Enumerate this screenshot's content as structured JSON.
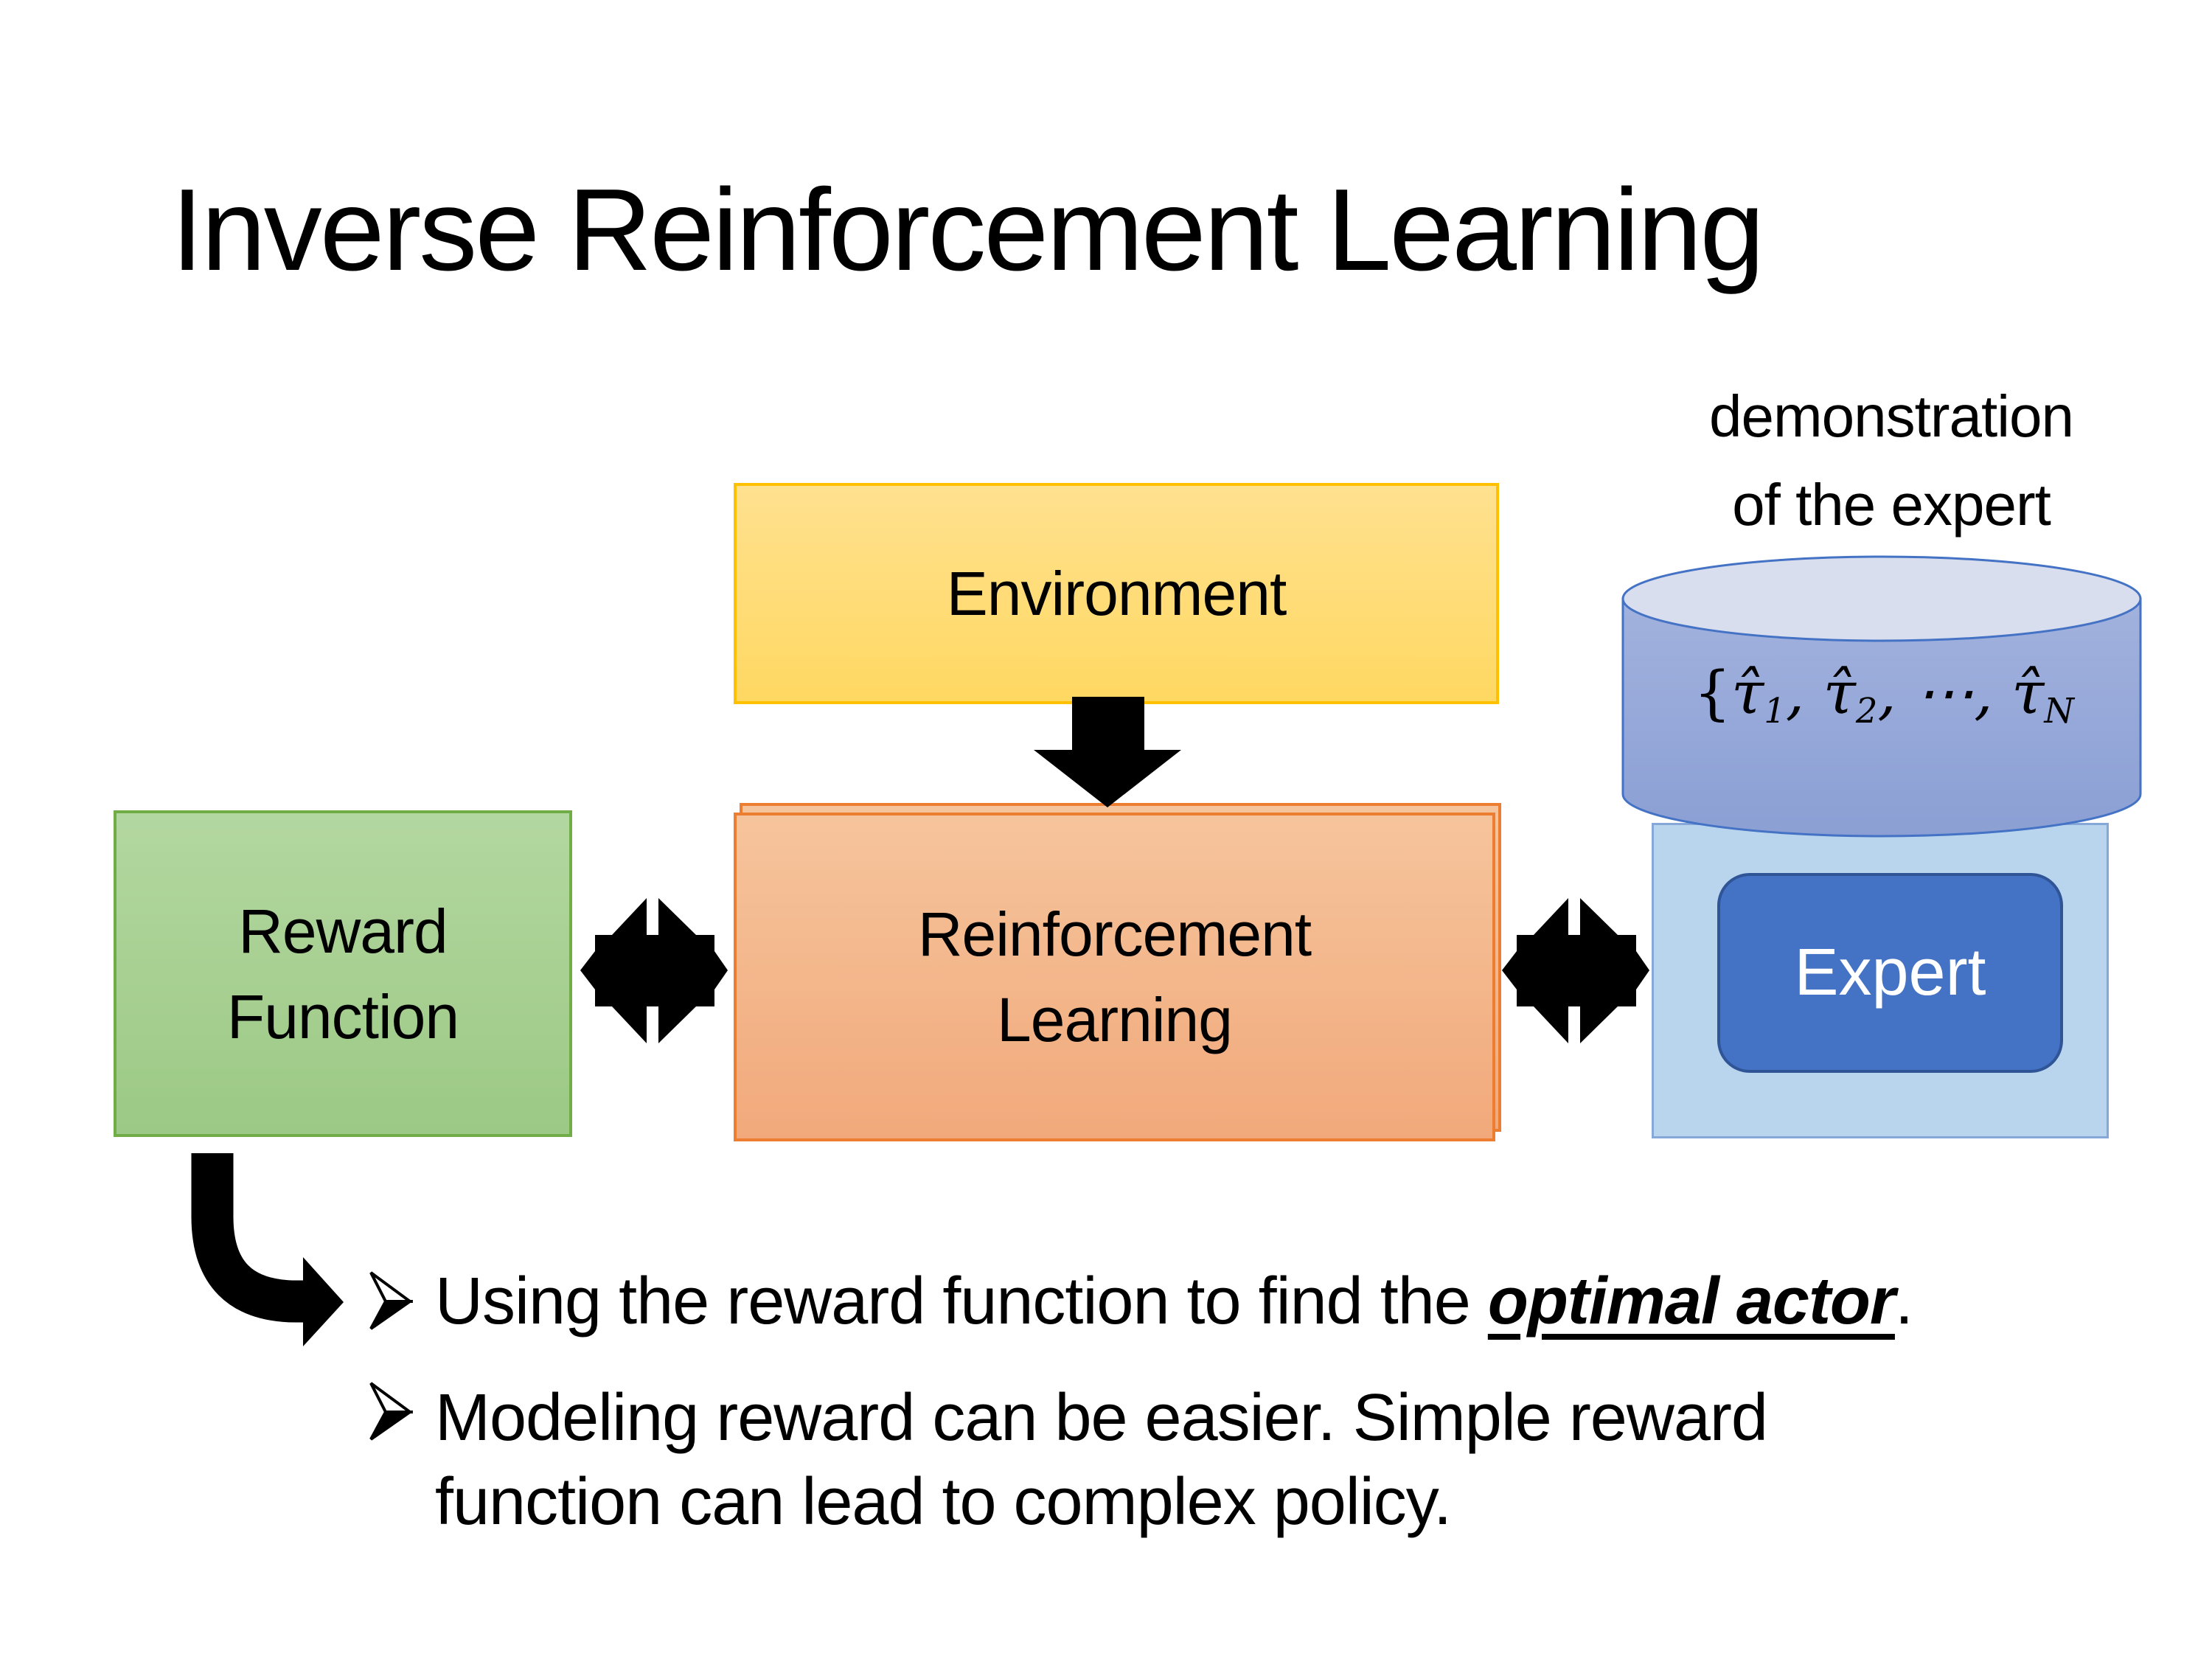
{
  "title": "Inverse Reinforcement Learning",
  "annotation": {
    "line1": "demonstration",
    "line2": "of the expert"
  },
  "boxes": {
    "environment": {
      "label": "Environment"
    },
    "reward": {
      "line1": "Reward",
      "line2": "Function"
    },
    "rl": {
      "line1": "Reinforcement",
      "line2": "Learning"
    },
    "expert": {
      "label": "Expert"
    }
  },
  "dataset": {
    "brace_open": "{",
    "tau_hat": "τ̂",
    "sub_first": "1",
    "sub_second": "2",
    "sub_last": "N",
    "comma": ", ",
    "cdots": "⋯"
  },
  "bullets": {
    "b1": {
      "prefix": "Using the reward function to find the ",
      "emphasis": "optimal actor",
      "suffix": "."
    },
    "b2": {
      "line1": "Modeling reward can be easier. Simple reward",
      "line2": "function can lead to complex policy."
    }
  },
  "icons": {
    "down_arrow": "down-arrow-icon",
    "double_arrow_left": "left-right-double-arrow-icon",
    "double_arrow_right": "left-right-double-arrow-icon",
    "hook_arrow": "elbow-down-right-arrow-icon",
    "bullet": "3d-arrowhead-bullet-icon",
    "cylinder": "database-cylinder-icon"
  },
  "colors": {
    "env_border": "#FFC000",
    "env_fill": "#FFD966",
    "reward_border": "#70AD47",
    "reward_fill": "#A9D18E",
    "rl_border": "#ED7D31",
    "rl_fill": "#F4B183",
    "container_fill": "#B9D5EE",
    "container_border": "#86A8D8",
    "expert_fill": "#4472C4",
    "expert_border": "#2F5597",
    "cylinder_fill": "#8FAADC",
    "cylinder_top_fill": "#D8DEED",
    "cylinder_border": "#4472C4",
    "arrow_color": "#000000",
    "text_color": "#000000"
  }
}
